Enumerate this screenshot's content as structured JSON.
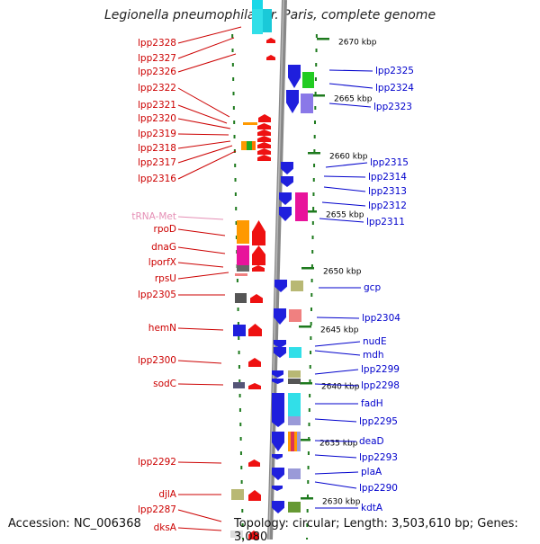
{
  "header": {
    "title": "Legionella pneumophila str. Paris, complete genome"
  },
  "footer": {
    "accession": "Accession: NC_006368",
    "summary": "Topology: circular; Length: 3,503,610 bp; Genes: 3,080"
  },
  "colors": {
    "left_label": "#cc0000",
    "trna_label": "#e58fb5",
    "right_label": "#0000cc",
    "scale_text": "#000000",
    "ruler_dash": "#1e7a1e",
    "backbone": "#888888"
  },
  "scale_labels": [
    "2670 kbp",
    "2665 kbp",
    "2660 kbp",
    "2655 kbp",
    "2650 kbp",
    "2645 kbp",
    "2640 kbp",
    "2635 kbp",
    "2630 kbp"
  ],
  "left_labels": [
    {
      "text": "lpp2328",
      "kind": "gene"
    },
    {
      "text": "lpp2327",
      "kind": "gene"
    },
    {
      "text": "lpp2326",
      "kind": "gene"
    },
    {
      "text": "lpp2322",
      "kind": "gene"
    },
    {
      "text": "lpp2321",
      "kind": "gene"
    },
    {
      "text": "lpp2320",
      "kind": "gene"
    },
    {
      "text": "lpp2319",
      "kind": "gene"
    },
    {
      "text": "lpp2318",
      "kind": "gene"
    },
    {
      "text": "lpp2317",
      "kind": "gene"
    },
    {
      "text": "lpp2316",
      "kind": "gene"
    },
    {
      "text": "tRNA-Met",
      "kind": "trna"
    },
    {
      "text": "rpoD",
      "kind": "gene"
    },
    {
      "text": "dnaG",
      "kind": "gene"
    },
    {
      "text": "lporfX",
      "kind": "gene"
    },
    {
      "text": "rpsU",
      "kind": "gene"
    },
    {
      "text": "lpp2305",
      "kind": "gene"
    },
    {
      "text": "hemN",
      "kind": "gene"
    },
    {
      "text": "lpp2300",
      "kind": "gene"
    },
    {
      "text": "sodC",
      "kind": "gene"
    },
    {
      "text": "lpp2292",
      "kind": "gene"
    },
    {
      "text": "djlA",
      "kind": "gene"
    },
    {
      "text": "lpp2287",
      "kind": "gene"
    },
    {
      "text": "dksA",
      "kind": "gene"
    }
  ],
  "right_labels": [
    {
      "text": "lpp2325"
    },
    {
      "text": "lpp2324"
    },
    {
      "text": "lpp2323"
    },
    {
      "text": "lpp2315"
    },
    {
      "text": "lpp2314"
    },
    {
      "text": "lpp2313"
    },
    {
      "text": "lpp2312"
    },
    {
      "text": "lpp2311"
    },
    {
      "text": "gcp"
    },
    {
      "text": "lpp2304"
    },
    {
      "text": "nudE"
    },
    {
      "text": "mdh"
    },
    {
      "text": "lpp2299"
    },
    {
      "text": "lpp2298"
    },
    {
      "text": "fadH"
    },
    {
      "text": "lpp2295"
    },
    {
      "text": "deaD"
    },
    {
      "text": "lpp2293"
    },
    {
      "text": "plaA"
    },
    {
      "text": "lpp2290"
    },
    {
      "text": "kdtA"
    }
  ]
}
